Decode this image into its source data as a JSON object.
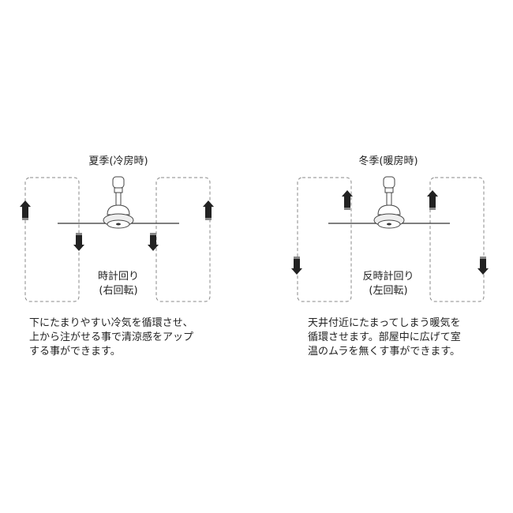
{
  "summer": {
    "title": "夏季(冷房時)",
    "rotation_line1": "時計回り",
    "rotation_line2": "(右回転)",
    "description": [
      "下にたまりやすい冷気を循環させ、",
      "上から注がせる事で清涼感をアップ",
      "する事ができます。"
    ]
  },
  "winter": {
    "title": "冬季(暖房時)",
    "rotation_line1": "反時計回り",
    "rotation_line2": "(左回転)",
    "description": [
      "天井付近にたまってしまう暖気を",
      "循環させます。部屋中に広げて室",
      "温のムラを無くす事ができます。"
    ]
  },
  "colors": {
    "arrow": "#222222",
    "dashed": "#888888"
  }
}
